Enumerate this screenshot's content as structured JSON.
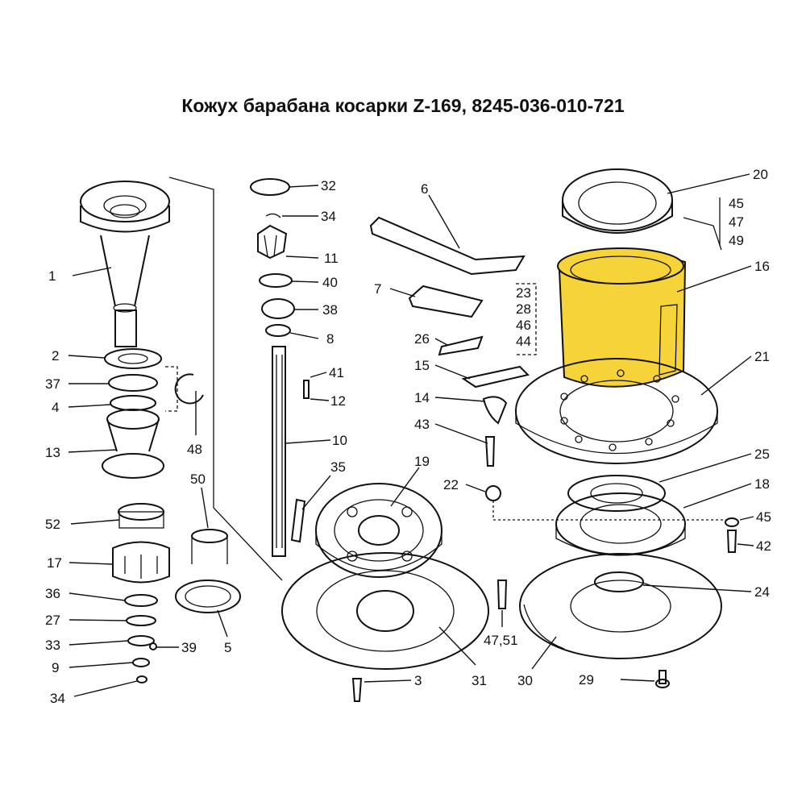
{
  "title": "Кожух барабана косарки Z-169, 8245-036-010-721",
  "highlight_color": "#f7d33a",
  "callouts": {
    "c1": "1",
    "c2": "2",
    "c37": "37",
    "c4": "4",
    "c13": "13",
    "c52": "52",
    "c17": "17",
    "c36": "36",
    "c27": "27",
    "c33": "33",
    "c9": "9",
    "c34b": "34",
    "c39": "39",
    "c48": "48",
    "c50": "50",
    "c5": "5",
    "c32": "32",
    "c34": "34",
    "c11": "11",
    "c40": "40",
    "c38": "38",
    "c8": "8",
    "c41": "41",
    "c12": "12",
    "c10": "10",
    "c35": "35",
    "c6": "6",
    "c7": "7",
    "c26": "26",
    "c15": "15",
    "c14": "14",
    "c43": "43",
    "c19": "19",
    "c22": "22",
    "c3": "3",
    "c31": "31",
    "c20": "20",
    "c16": "16",
    "c21": "21",
    "c25": "25",
    "c18": "18",
    "c45b": "45",
    "c42": "42",
    "c24": "24",
    "c4751": "47,51",
    "c30": "30",
    "c29": "29"
  },
  "groups": {
    "g1": [
      "23",
      "28",
      "46",
      "44"
    ],
    "g2": [
      "45",
      "47",
      "49"
    ]
  }
}
